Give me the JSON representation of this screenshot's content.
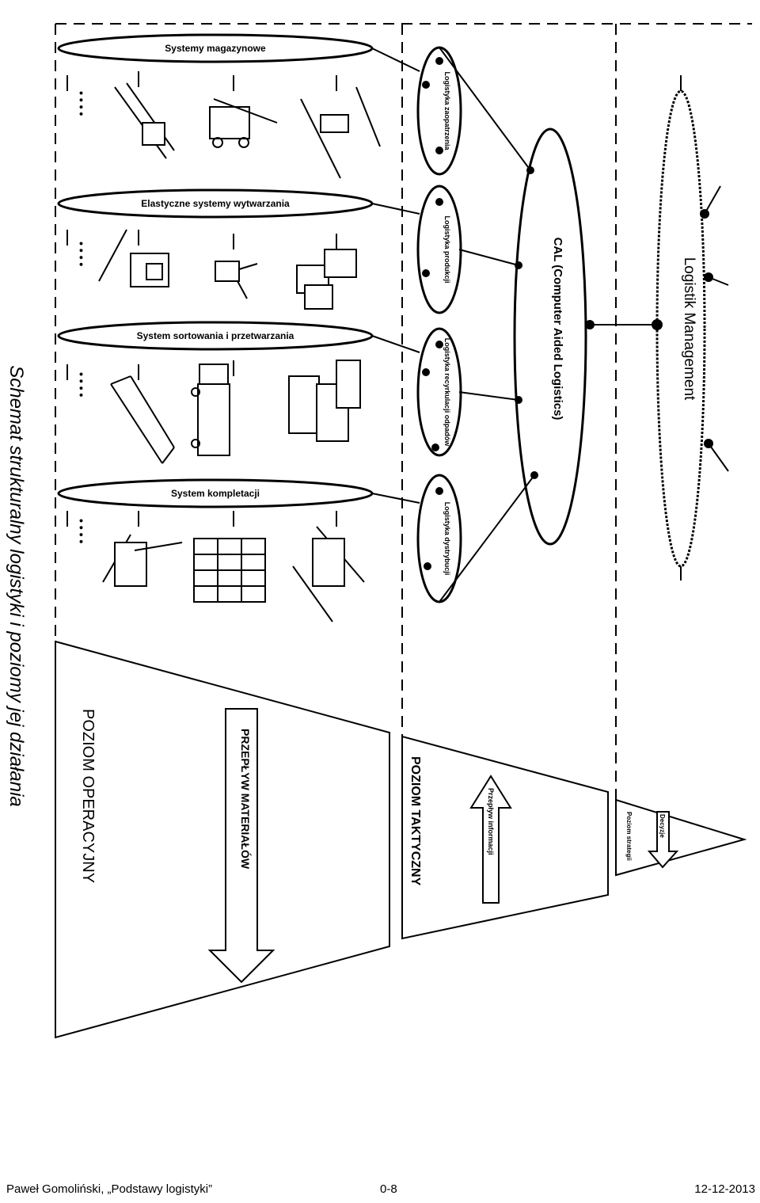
{
  "title": "Schemat strukturalny logistyki i poziomy jej działania",
  "operational_systems": [
    "Systemy magazynowe",
    "Elastyczne systemy wytwarzania",
    "System sortowania i przetwarzania",
    "System kompletacji"
  ],
  "logistics_subsystems": [
    "Logistyka zaopatrzenia",
    "Logistyka produkcji",
    "Logistyka recyrkulacji odpadów",
    "Logistyka dystrybucji"
  ],
  "cal_label": "CAL (Computer Aided Logistics)",
  "management_label": "Logistik Management",
  "levels": {
    "operational": "POZIOM OPERACYJNY",
    "tactical": "POZIOM TAKTYCZNY",
    "strategic": "Poziom strategii"
  },
  "arrows": {
    "material_flow": "PRZEPŁYW MATERIAŁÓW",
    "information_flow": "Przepływ informacji",
    "decisions": "Decyzje"
  },
  "dots_symbol": "• • • •",
  "footer": {
    "author": "Paweł Gomoliński, „Podstawy logistyki”",
    "page": "0-8",
    "date": "12-12-2013"
  }
}
